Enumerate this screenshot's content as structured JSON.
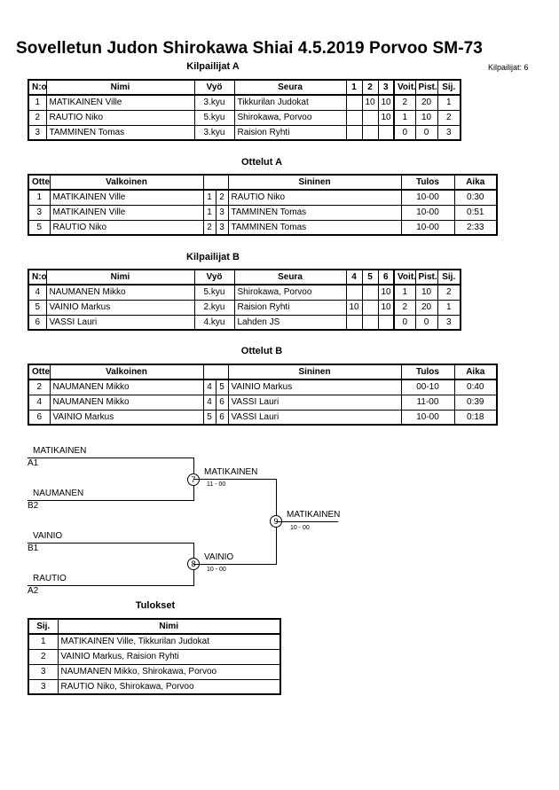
{
  "header": {
    "title": "Sovelletun Judon Shirokawa Shiai  4.5.2019  Porvoo   SM-73",
    "competitors_count": "Kilpailijat: 6"
  },
  "pool_a": {
    "heading": "Kilpailijat A",
    "columns": [
      "N:o",
      "Nimi",
      "Vyö",
      "Seura",
      "1",
      "2",
      "3",
      "Voit.",
      "Pist.",
      "Sij."
    ],
    "rows": [
      [
        "1",
        "MATIKAINEN Ville",
        "3.kyu",
        "Tikkurilan Judokat",
        "",
        "10",
        "10",
        "2",
        "20",
        "1"
      ],
      [
        "2",
        "RAUTIO Niko",
        "5.kyu",
        "Shirokawa, Porvoo",
        "",
        "",
        "10",
        "1",
        "10",
        "2"
      ],
      [
        "3",
        "TAMMINEN Tomas",
        "3.kyu",
        "Raision Ryhti",
        "",
        "",
        "",
        "0",
        "0",
        "3"
      ]
    ]
  },
  "matches_a": {
    "heading": "Ottelut A",
    "columns": [
      "Ottelu",
      "Valkoinen",
      "",
      "",
      "Sininen",
      "Tulos",
      "Aika"
    ],
    "rows": [
      [
        "1",
        "MATIKAINEN Ville",
        "1",
        "2",
        "RAUTIO Niko",
        "10-00",
        "0:30"
      ],
      [
        "3",
        "MATIKAINEN Ville",
        "1",
        "3",
        "TAMMINEN Tomas",
        "10-00",
        "0:51"
      ],
      [
        "5",
        "RAUTIO Niko",
        "2",
        "3",
        "TAMMINEN Tomas",
        "10-00",
        "2:33"
      ]
    ]
  },
  "pool_b": {
    "heading": "Kilpailijat B",
    "columns": [
      "N:o",
      "Nimi",
      "Vyö",
      "Seura",
      "4",
      "5",
      "6",
      "Voit.",
      "Pist.",
      "Sij."
    ],
    "rows": [
      [
        "4",
        "NAUMANEN Mikko",
        "5.kyu",
        "Shirokawa, Porvoo",
        "",
        "",
        "10",
        "1",
        "10",
        "2"
      ],
      [
        "5",
        "VAINIO Markus",
        "2.kyu",
        "Raision Ryhti",
        "10",
        "",
        "10",
        "2",
        "20",
        "1"
      ],
      [
        "6",
        "VASSI Lauri",
        "4.kyu",
        "Lahden JS",
        "",
        "",
        "",
        "0",
        "0",
        "3"
      ]
    ]
  },
  "matches_b": {
    "heading": "Ottelut B",
    "columns": [
      "Ottelu",
      "Valkoinen",
      "",
      "",
      "Sininen",
      "Tulos",
      "Aika"
    ],
    "rows": [
      [
        "2",
        "NAUMANEN Mikko",
        "4",
        "5",
        "VAINIO Markus",
        "00-10",
        "0:40"
      ],
      [
        "4",
        "NAUMANEN Mikko",
        "4",
        "6",
        "VASSI Lauri",
        "11-00",
        "0:39"
      ],
      [
        "6",
        "VAINIO Markus",
        "5",
        "6",
        "VASSI Lauri",
        "10-00",
        "0:18"
      ]
    ]
  },
  "bracket": {
    "semi1": {
      "top": "MATIKAINEN",
      "top_slot": "A1",
      "bottom": "NAUMANEN",
      "bottom_slot": "B2",
      "match": "7",
      "winner": "MATIKAINEN",
      "score": "11 - 00"
    },
    "semi2": {
      "top": "VAINIO",
      "top_slot": "B1",
      "bottom": "RAUTIO",
      "bottom_slot": "A2",
      "match": "8",
      "winner": "VAINIO",
      "score": "10 - 00"
    },
    "final": {
      "match": "9",
      "winner": "MATIKAINEN",
      "score": "10 - 00"
    }
  },
  "results": {
    "heading": "Tulokset",
    "columns": [
      "Sij.",
      "Nimi"
    ],
    "rows": [
      [
        "1",
        "MATIKAINEN Ville, Tikkurilan Judokat"
      ],
      [
        "2",
        "VAINIO Markus, Raision Ryhti"
      ],
      [
        "3",
        "NAUMANEN Mikko, Shirokawa, Porvoo"
      ],
      [
        "3",
        "RAUTIO Niko, Shirokawa, Porvoo"
      ]
    ]
  }
}
